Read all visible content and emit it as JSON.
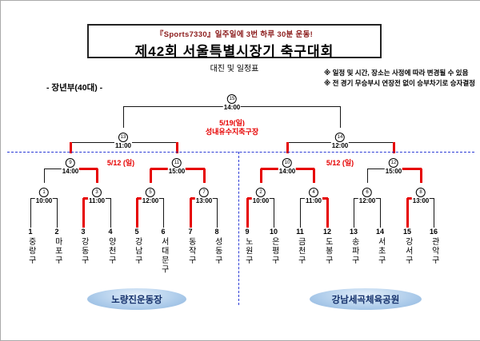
{
  "header": {
    "slogan": "『Sports7330』일주일에 3번 하루 30분 운동!",
    "title": "제42회 서울특별시장기 축구대회",
    "subtitle": "대진 및 일정표",
    "notes": [
      "※ 일정 및 시간, 장소는 사정에 따라 변경될 수 있음",
      "※ 전 경기 무승부시 연장전 없이 승부차기로 승자결정"
    ],
    "division": "- 장년부(40대) -"
  },
  "bracket": {
    "final": {
      "no": "15",
      "time": "14:00"
    },
    "semifinals": [
      {
        "no": "13",
        "time": "11:00"
      },
      {
        "no": "14",
        "time": "12:00"
      }
    ],
    "quarterfinals": [
      {
        "no": "9",
        "time": "14:00"
      },
      {
        "no": "11",
        "time": "15:00"
      },
      {
        "no": "10",
        "time": "14:00"
      },
      {
        "no": "12",
        "time": "15:00"
      }
    ],
    "round1": [
      {
        "no": "1",
        "time": "10:00"
      },
      {
        "no": "3",
        "time": "11:00"
      },
      {
        "no": "5",
        "time": "12:00"
      },
      {
        "no": "7",
        "time": "13:00"
      },
      {
        "no": "2",
        "time": "10:00"
      },
      {
        "no": "4",
        "time": "11:00"
      },
      {
        "no": "6",
        "time": "12:00"
      },
      {
        "no": "8",
        "time": "13:00"
      }
    ],
    "dates": {
      "final_date": "5/19(일)",
      "final_venue": "성내유수지축구장",
      "qf_left": "5/12 (일)",
      "qf_right": "5/12 (일)"
    },
    "teams": [
      {
        "num": "1",
        "name": "중랑구"
      },
      {
        "num": "2",
        "name": "마포구"
      },
      {
        "num": "3",
        "name": "강동구"
      },
      {
        "num": "4",
        "name": "양천구"
      },
      {
        "num": "5",
        "name": "강남구"
      },
      {
        "num": "6",
        "name": "서대문구"
      },
      {
        "num": "7",
        "name": "동작구"
      },
      {
        "num": "8",
        "name": "성동구"
      },
      {
        "num": "9",
        "name": "노원구"
      },
      {
        "num": "10",
        "name": "은평구"
      },
      {
        "num": "11",
        "name": "금천구"
      },
      {
        "num": "12",
        "name": "도봉구"
      },
      {
        "num": "13",
        "name": "송파구"
      },
      {
        "num": "14",
        "name": "서초구"
      },
      {
        "num": "15",
        "name": "강서구"
      },
      {
        "num": "16",
        "name": "관악구"
      }
    ],
    "venues": [
      "노량진운동장",
      "강남세곡체육공원"
    ],
    "colors": {
      "accent_red": "#e60000",
      "dash_blue": "#2b3bd6",
      "venue_text": "#14306b"
    }
  }
}
